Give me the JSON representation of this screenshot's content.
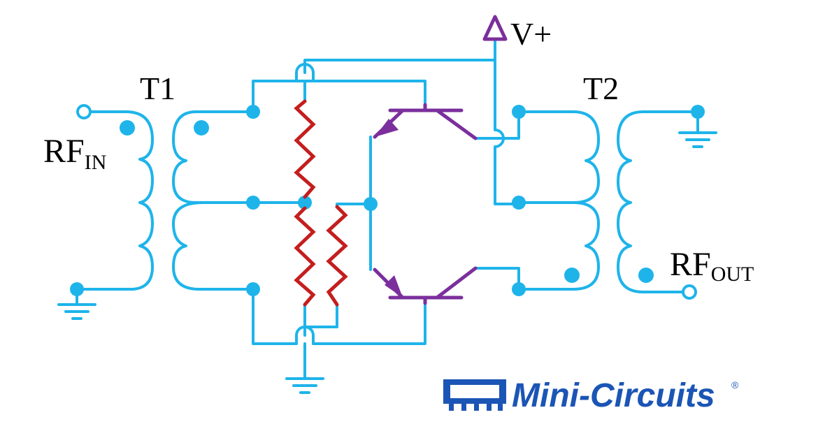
{
  "labels": {
    "t1": "T1",
    "t2": "T2",
    "rf_in_main": "RF",
    "rf_in_sub": "IN",
    "rf_out_main": "RF",
    "rf_out_sub": "OUT",
    "vplus": "V+"
  },
  "logo": {
    "text": "Mini-Circuits",
    "mark": "®",
    "color": "#1b55b5"
  },
  "colors": {
    "wire": "#1eb4ea",
    "resistor": "#c41e1e",
    "transistor": "#7b2f9c",
    "text": "#000000",
    "background": "#ffffff"
  }
}
